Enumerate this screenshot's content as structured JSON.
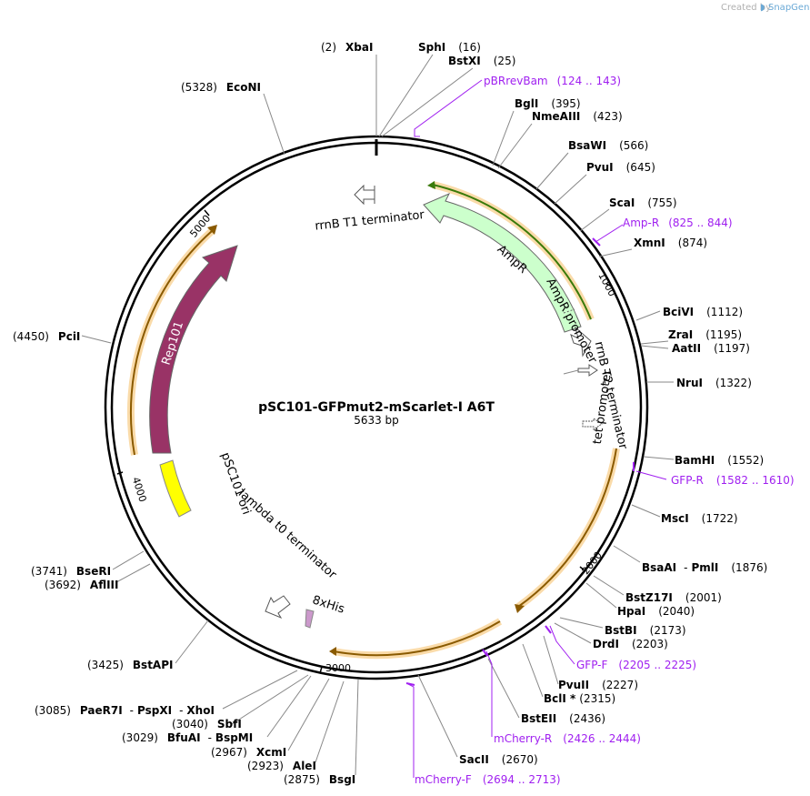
{
  "credit": {
    "prefix": "Created by",
    "brand": "SnapGene"
  },
  "plasmid": {
    "name": "pSC101-GFPmut2-mScarlet-I A6T",
    "size_label": "5633 bp",
    "length": 5633
  },
  "sites": [
    {
      "id": "xbai",
      "name": "XbaI",
      "pos": "(2)"
    },
    {
      "id": "sphi",
      "name": "SphI",
      "pos": "(16)"
    },
    {
      "id": "bstxi",
      "name": "BstXI",
      "pos": "(25)"
    },
    {
      "id": "bgli",
      "name": "BglI",
      "pos": "(395)"
    },
    {
      "id": "nmeaiii",
      "name": "NmeAIII",
      "pos": "(423)"
    },
    {
      "id": "bsawi",
      "name": "BsaWI",
      "pos": "(566)"
    },
    {
      "id": "pvui",
      "name": "PvuI",
      "pos": "(645)"
    },
    {
      "id": "scai",
      "name": "ScaI",
      "pos": "(755)"
    },
    {
      "id": "xmni",
      "name": "XmnI",
      "pos": "(874)"
    },
    {
      "id": "bcivi",
      "name": "BciVI",
      "pos": "(1112)"
    },
    {
      "id": "zrai",
      "name": "ZraI",
      "pos": "(1195)"
    },
    {
      "id": "aatii",
      "name": "AatII",
      "pos": "(1197)"
    },
    {
      "id": "nrui",
      "name": "NruI",
      "pos": "(1322)"
    },
    {
      "id": "bamhi",
      "name": "BamHI",
      "pos": "(1552)"
    },
    {
      "id": "msci",
      "name": "MscI",
      "pos": "(1722)"
    },
    {
      "id": "bsaai",
      "name": "BsaAI",
      "sep": "-",
      "name2": "PmlI",
      "pos": "(1876)"
    },
    {
      "id": "bstz17i",
      "name": "BstZ17I",
      "pos": "(2001)"
    },
    {
      "id": "hpai",
      "name": "HpaI",
      "pos": "(2040)"
    },
    {
      "id": "bstbi",
      "name": "BstBI",
      "pos": "(2173)"
    },
    {
      "id": "drdi",
      "name": "DrdI",
      "pos": "(2203)"
    },
    {
      "id": "pvuii",
      "name": "PvuII",
      "pos": "(2227)"
    },
    {
      "id": "bcli",
      "name": "BclI *",
      "pos": "(2315)"
    },
    {
      "id": "bsteii",
      "name": "BstEII",
      "pos": "(2436)"
    },
    {
      "id": "sacii",
      "name": "SacII",
      "pos": "(2670)"
    },
    {
      "id": "bsgi",
      "name": "BsgI",
      "pos": "(2875)"
    },
    {
      "id": "alei",
      "name": "AleI",
      "pos": "(2923)"
    },
    {
      "id": "xcmi",
      "name": "XcmI",
      "pos": "(2967)"
    },
    {
      "id": "bfuai",
      "name": "BfuAI",
      "sep": "-",
      "name2": "BspMI",
      "pos": "(3029)"
    },
    {
      "id": "sbfi",
      "name": "SbfI",
      "pos": "(3040)"
    },
    {
      "id": "paer7i",
      "name": "PaeR7I",
      "sep": "-",
      "name2": "PspXI",
      "sep2": "-",
      "name3": "XhoI",
      "pos": "(3085)"
    },
    {
      "id": "bstapi",
      "name": "BstAPI",
      "pos": "(3425)"
    },
    {
      "id": "aflIII",
      "name": "AflIII",
      "pos": "(3692)"
    },
    {
      "id": "bseri",
      "name": "BseRI",
      "pos": "(3741)"
    },
    {
      "id": "pcii",
      "name": "PciI",
      "pos": "(4450)"
    },
    {
      "id": "econi",
      "name": "EcoNI",
      "pos": "(5328)"
    }
  ],
  "primers": [
    {
      "id": "pbrrevbam",
      "name": "pBRrevBam",
      "range": "(124 .. 143)"
    },
    {
      "id": "amp-r",
      "name": "Amp-R",
      "range": "(825 .. 844)"
    },
    {
      "id": "gfp-r",
      "name": "GFP-R",
      "range": "(1582 .. 1610)"
    },
    {
      "id": "gfp-f",
      "name": "GFP-F",
      "range": "(2205 .. 2225)"
    },
    {
      "id": "mcherry-r",
      "name": "mCherry-R",
      "range": "(2426 .. 2444)"
    },
    {
      "id": "mcherry-f",
      "name": "mCherry-F",
      "range": "(2694 .. 2713)"
    }
  ],
  "features": {
    "rrnb_t1": "rrnB T1 terminator",
    "ampr": "AmpR",
    "ampr_promoter": "AmpR promoter",
    "rrnb_t2": "rrnB T2 terminator",
    "tet_promoter": "tet promoter",
    "rep101": "Rep101",
    "psc101_ori": "pSC101 ori",
    "lambda_t0": "lambda t0 terminator",
    "his8": "8xHis"
  },
  "ticks": [
    "1000",
    "2000",
    "3000",
    "4000",
    "5000"
  ],
  "colors": {
    "ampr": "#ccffcc",
    "rep101": "#993366",
    "ori": "#ffff00",
    "orf_highlight": "#f5b041",
    "primer": "#a020f0",
    "his": "#cc99cc"
  }
}
